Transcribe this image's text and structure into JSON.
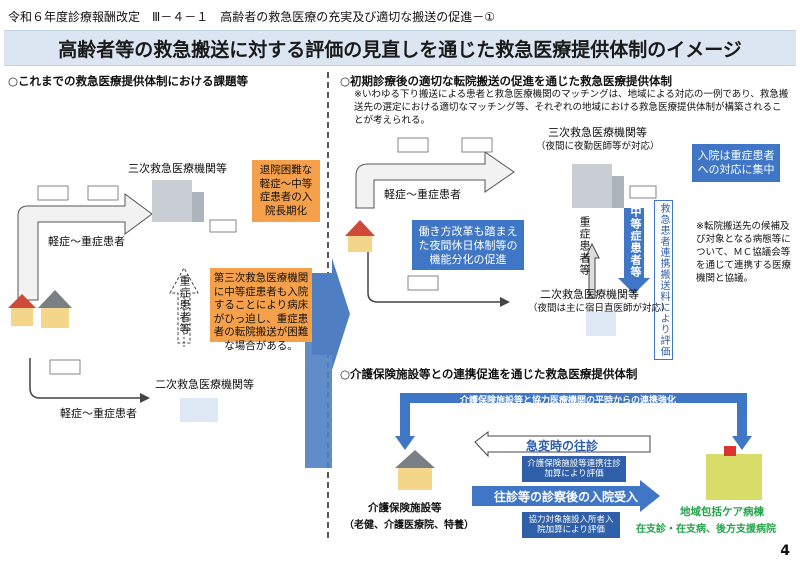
{
  "header": {
    "text": "令和６年度診療報酬改定　Ⅲ－４－１　高齢者の救急医療の充実及び適切な搬送の促進－①"
  },
  "title": "高齢者等の救急搬送に対する評価の見直しを通じた救急医療提供体制のイメージ",
  "left": {
    "section_title": "○これまでの救急医療提供体制における課題等",
    "tertiary": "三次救急医療機関等",
    "secondary": "二次救急医療機関等",
    "mild_top": "軽症～重症患者",
    "mild_bottom": "軽症～重症患者",
    "severe_vertical": "重症患者等",
    "orange_box_1": "退院困難な軽症～中等症患者の入院長期化",
    "orange_box_2": "第三次救急医療機関に中等症患者も入院することにより病床がひっ迫し、重症患者の転院搬送が困難な場合がある。"
  },
  "right": {
    "section1_title": "○初期診療後の適切な転院搬送の促進を通じた救急医療提供体制",
    "note": "※いわゆる下り搬送による患者と救急医療機関のマッチングは、地域による対応の一例であり、救急搬送先の選定における適切なマッチング等、それぞれの地域における救急医療提供体制が構築されることが考えられる。",
    "tertiary": "三次救急医療機関等",
    "tertiary_sub": "（夜間に夜勤医師等が対応）",
    "secondary": "二次救急医療機関等",
    "secondary_sub": "（夜間は主に宿日直医師が対応）",
    "mild": "軽症～重症患者",
    "severe_vertical": "重症患者等",
    "moderate_vertical": "中等症患者等",
    "transport_vertical": "救急患者連携搬送料により評価",
    "blue_box_1": "入院は重症患者への対応に集中",
    "blue_box_2": "働き方改革も踏まえた夜間休日体制等の機能分化の促進",
    "side_note": "※転院搬送先の候補及び対象となる病態等について、ＭＣ協議会等を通じて連携する医療機関と協議。",
    "section2_title": "○介護保険施設等との連携促進を通じた救急医療提供体制",
    "banner": "介護保険施設等と協力医療機関の平時からの連携強化",
    "arrow_left_label": "急変時の往診",
    "arrow_left_badge": "介護保険施設等連携往診加算により評価",
    "arrow_right_label": "往診等の診察後の入院受入",
    "arrow_right_badge": "協力対象施設入所者入院加算により評価",
    "facility_label": "介護保険施設等",
    "facility_sub": "（老健、介護医療院、特養）",
    "hospital_label": "地域包括ケア病棟",
    "hospital_sub": "在支診・在支病、後方支援病院"
  },
  "page_number": "4",
  "colors": {
    "blue": "#3f76c6",
    "dark_blue": "#2f5fa8",
    "orange": "#f5a04a",
    "green": "#22a54a",
    "band": "#dce6f2"
  }
}
